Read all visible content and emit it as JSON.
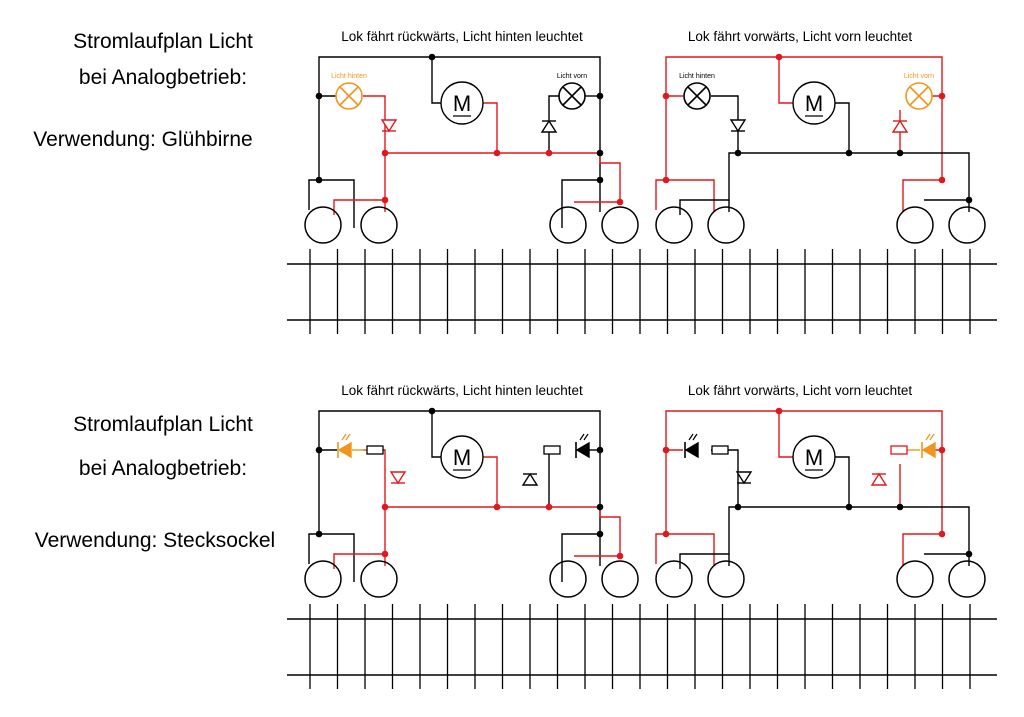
{
  "top": {
    "side_title": "Stromlaufplan Licht",
    "side_subtitle": "bei Analogbetrieb:",
    "side_usage": "Verwendung: Glühbirne",
    "left_caption": "Lok fährt rückwärts, Licht hinten leuchtet",
    "right_caption": "Lok fährt vorwärts, Licht vorn leuchtet",
    "lamp_rear_label": "Licht hinten",
    "lamp_front_label": "Licht vorn",
    "motor_label": "M"
  },
  "bottom": {
    "side_title": "Stromlaufplan Licht",
    "side_subtitle": "bei Analogbetrieb:",
    "side_usage": "Verwendung: Stecksockel",
    "left_caption": "Lok fährt rückwärts, Licht hinten leuchtet",
    "right_caption": "Lok fährt vorwärts, Licht vorn leuchtet",
    "motor_label": "M"
  },
  "colors": {
    "active_wire": "#e0181c",
    "inactive_wire": "#000000",
    "lit_lamp": "#f0961e"
  }
}
